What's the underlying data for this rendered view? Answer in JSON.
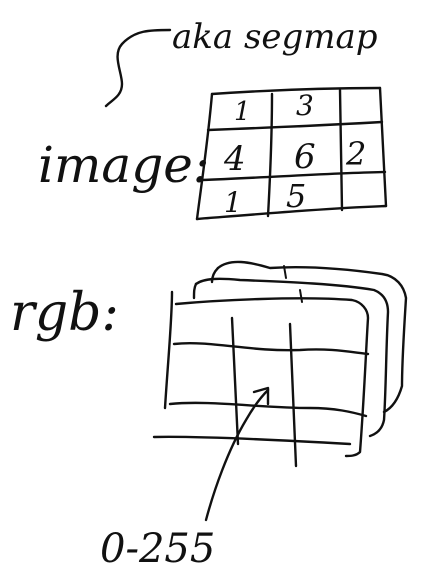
{
  "labels": {
    "aka": "aka segmap",
    "image": "image:",
    "rgb": "rgb:",
    "range": "0-255"
  },
  "segmap_cells": [
    "1",
    "3",
    "",
    "4",
    "6",
    "2",
    "1",
    "5",
    ""
  ],
  "colors": {
    "ink": "#111111",
    "background": "#ffffff"
  }
}
